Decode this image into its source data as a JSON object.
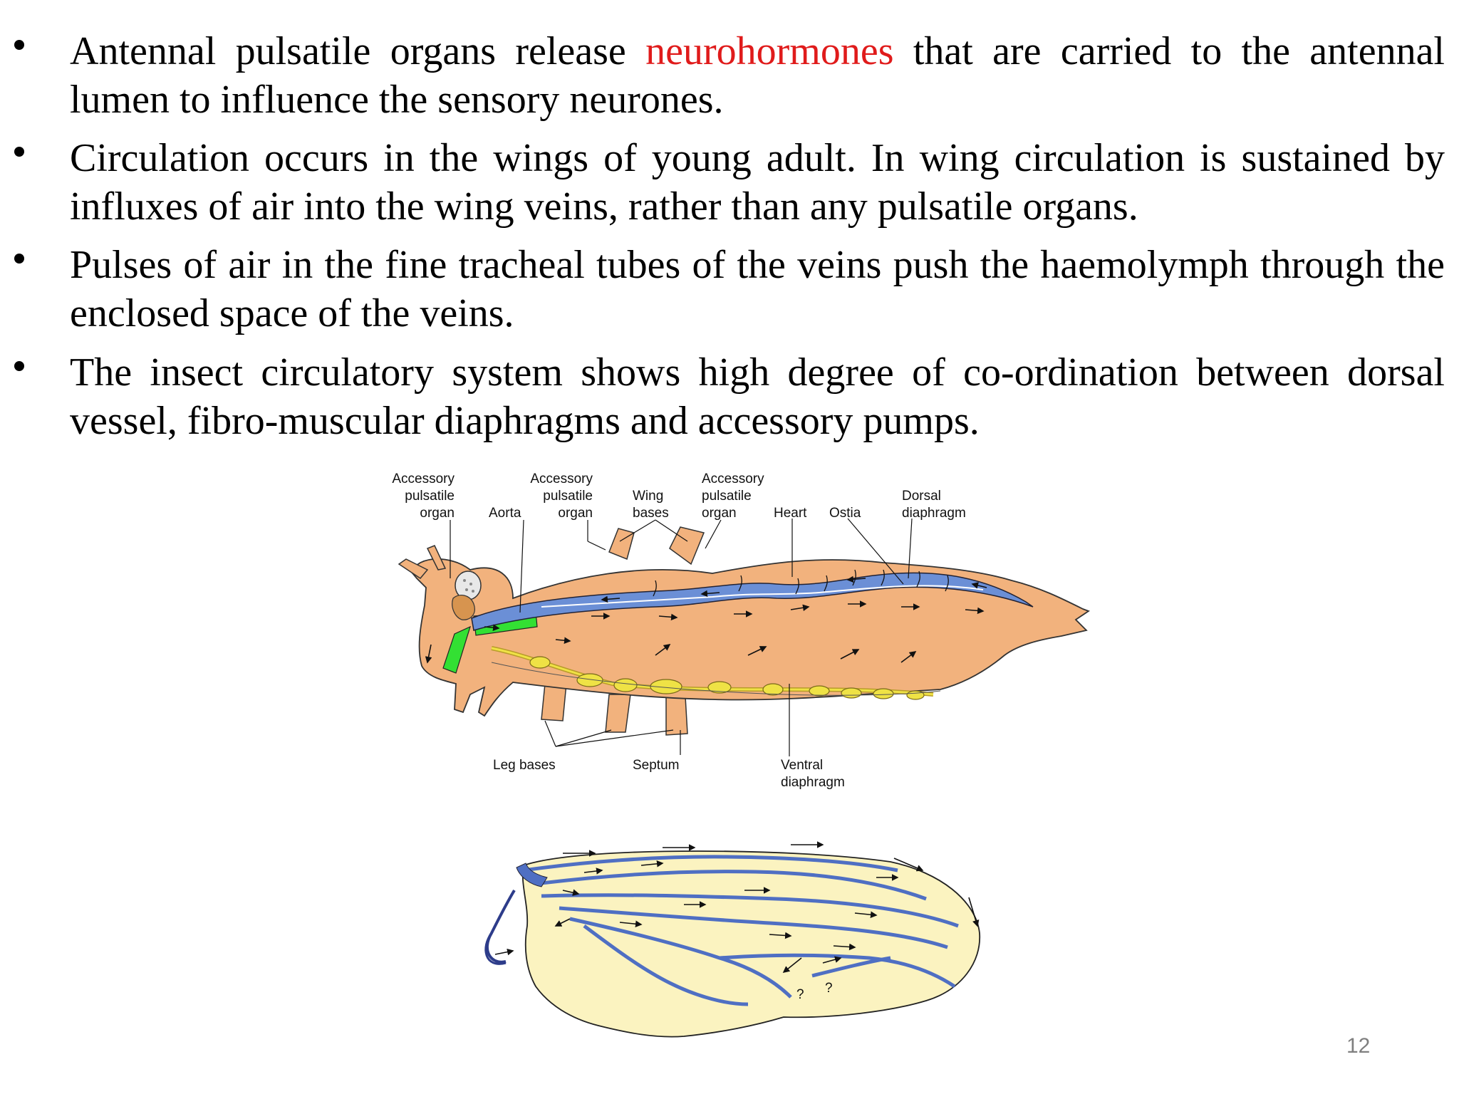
{
  "bullets": [
    {
      "before": "Antennal pulsatile organs release ",
      "highlight": "neurohormones",
      "after": " that are carried to the antennal lumen to influence the sensory neurones."
    },
    {
      "text": "Circulation occurs in the wings of young adult. In wing circulation is sustained by influxes of air into the wing veins, rather than any pulsatile organs."
    },
    {
      "text": "Pulses of air in the fine tracheal tubes of the veins push the haemolymph through the enclosed space of the veins."
    },
    {
      "text": "The insect circulatory system shows high degree of co-ordination between dorsal vessel, fibro-muscular diaphragms and accessory pumps."
    }
  ],
  "colors": {
    "highlight": "#e01b1b",
    "body": "#f2b27d",
    "vessel": "#6b8fd6",
    "aorta_green": "#33e033",
    "nerve": "#efe245",
    "wing": "#fbf3c0",
    "wing_vein": "#4f6fc3"
  },
  "diagram": {
    "labels": {
      "acc_organ_1": [
        "Accessory",
        "pulsatile",
        "organ"
      ],
      "aorta": "Aorta",
      "acc_organ_2": [
        "Accessory",
        "pulsatile",
        "organ"
      ],
      "wing_bases": [
        "Wing",
        "bases"
      ],
      "acc_organ_3": [
        "Accessory",
        "pulsatile",
        "organ"
      ],
      "heart": "Heart",
      "ostia": "Ostia",
      "dorsal_diaphragm": [
        "Dorsal",
        "diaphragm"
      ],
      "leg_bases": "Leg bases",
      "septum": "Septum",
      "ventral_diaphragm": [
        "Ventral",
        "diaphragm"
      ],
      "wing_question_1": "?",
      "wing_question_2": "?"
    }
  },
  "page_number": "12"
}
